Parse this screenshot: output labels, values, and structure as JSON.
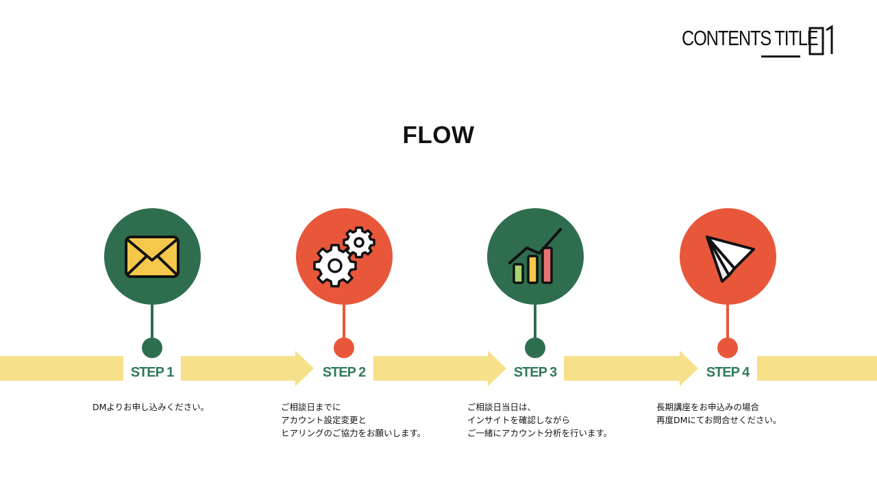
{
  "header": {
    "contents_title": "CONTENTS TITLE",
    "number": "01"
  },
  "title": "FLOW",
  "colors": {
    "green": "#2e6e4f",
    "red": "#e8573a",
    "band": "#f6e08a",
    "step_label": "#2f7a5b"
  },
  "steps": [
    {
      "label": "STEP 1",
      "icon": "envelope-icon",
      "color": "green",
      "lines": [
        "DMよりお申し込みください。"
      ]
    },
    {
      "label": "STEP 2",
      "icon": "gears-icon",
      "color": "red",
      "lines": [
        "ご相談日までに",
        "アカウント設定変更と",
        "ヒアリングのご協力をお願いします。"
      ]
    },
    {
      "label": "STEP 3",
      "icon": "growth-chart-icon",
      "color": "green",
      "lines": [
        "ご相談日当日は、",
        "インサイトを確認しながら",
        "ご一緒にアカウント分析を行います。"
      ]
    },
    {
      "label": "STEP 4",
      "icon": "paper-plane-icon",
      "color": "red",
      "lines": [
        "長期講座をお申込みの場合",
        "再度DMにてお問合せください。"
      ]
    }
  ]
}
